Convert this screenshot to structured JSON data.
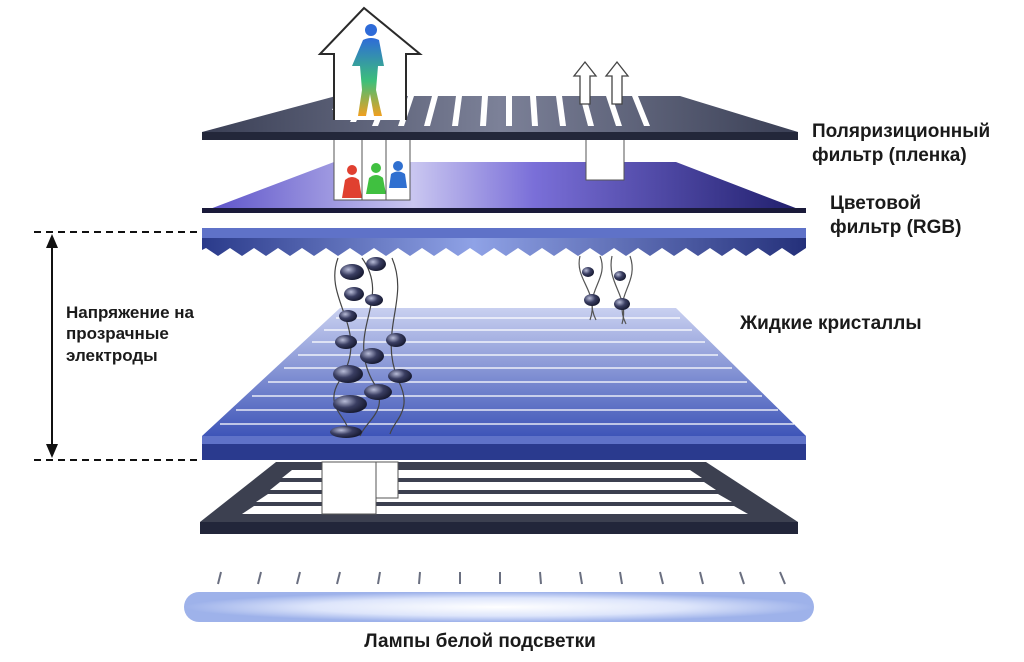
{
  "labels": {
    "polarizer": {
      "line1": "Поляризиционный",
      "line2": "фильтр (пленка)"
    },
    "color_filter": {
      "line1": "Цветовой",
      "line2": "фильтр (RGB)"
    },
    "liquid_crystals": "Жидкие кристаллы",
    "voltage": {
      "line1": "Напряжение на",
      "line2": "прозрачные",
      "line3": "электроды"
    },
    "backlight": "Лампы белой подсветки"
  },
  "colors": {
    "panel_dark": "#2a2f4a",
    "electrode_blue": "#3d4fa8",
    "filter_violet": "#5a52c8",
    "lamp_glow": "#c9d6f5",
    "pixel_red": "#e04030",
    "pixel_green": "#40c040",
    "pixel_blue": "#3070d0"
  },
  "icons": [
    "up-arrow-icon",
    "person-icon",
    "double-arrow-icon"
  ]
}
